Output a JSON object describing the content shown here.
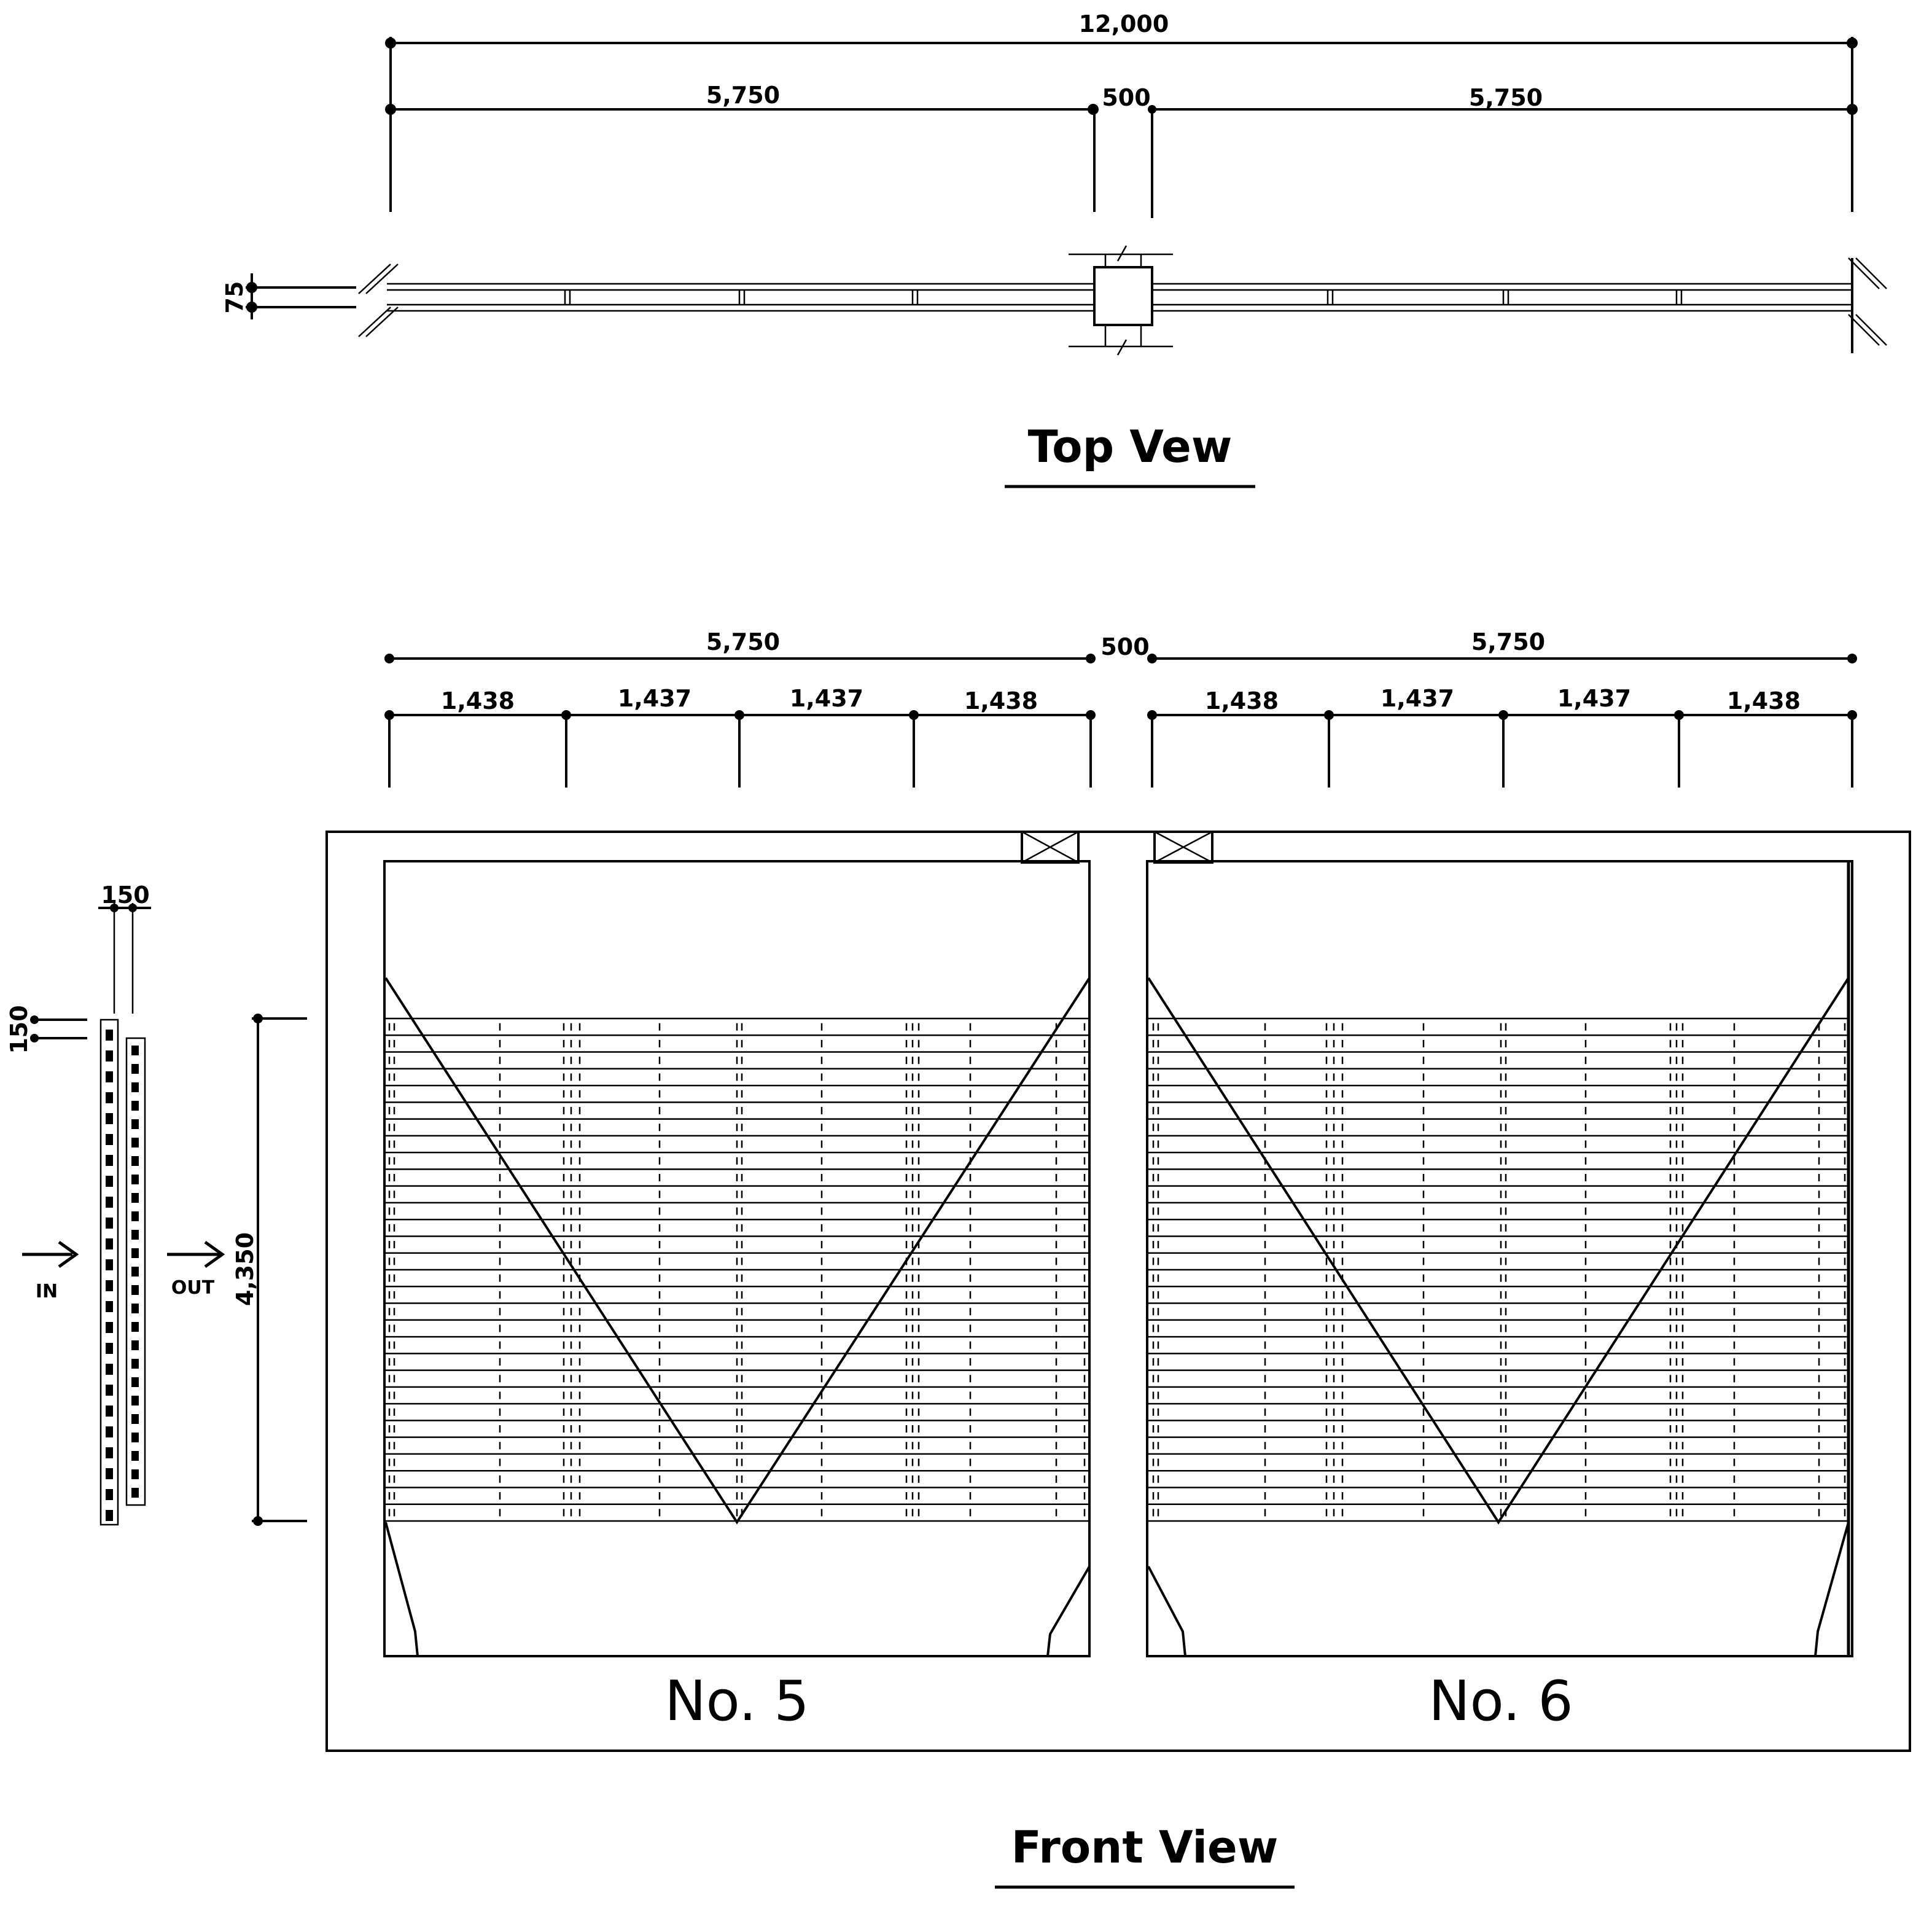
{
  "top_view": {
    "title": "Top Vew",
    "dims": {
      "total": "12,000",
      "left": "5,750",
      "gap": "500",
      "right": "5,750",
      "thickness": "75"
    }
  },
  "front_view": {
    "title": "Front View",
    "dims": {
      "left_span": "5,750",
      "gap": "500",
      "right_span": "5,750",
      "left_panels": [
        "1,438",
        "1,437",
        "1,437",
        "1,438"
      ],
      "right_panels": [
        "1,438",
        "1,437",
        "1,437",
        "1,438"
      ],
      "height": "4,350"
    },
    "units": [
      "No. 5",
      "No. 6"
    ]
  },
  "side_detail": {
    "width": "150",
    "pitch": "150",
    "in_label": "IN",
    "out_label": "OUT"
  }
}
